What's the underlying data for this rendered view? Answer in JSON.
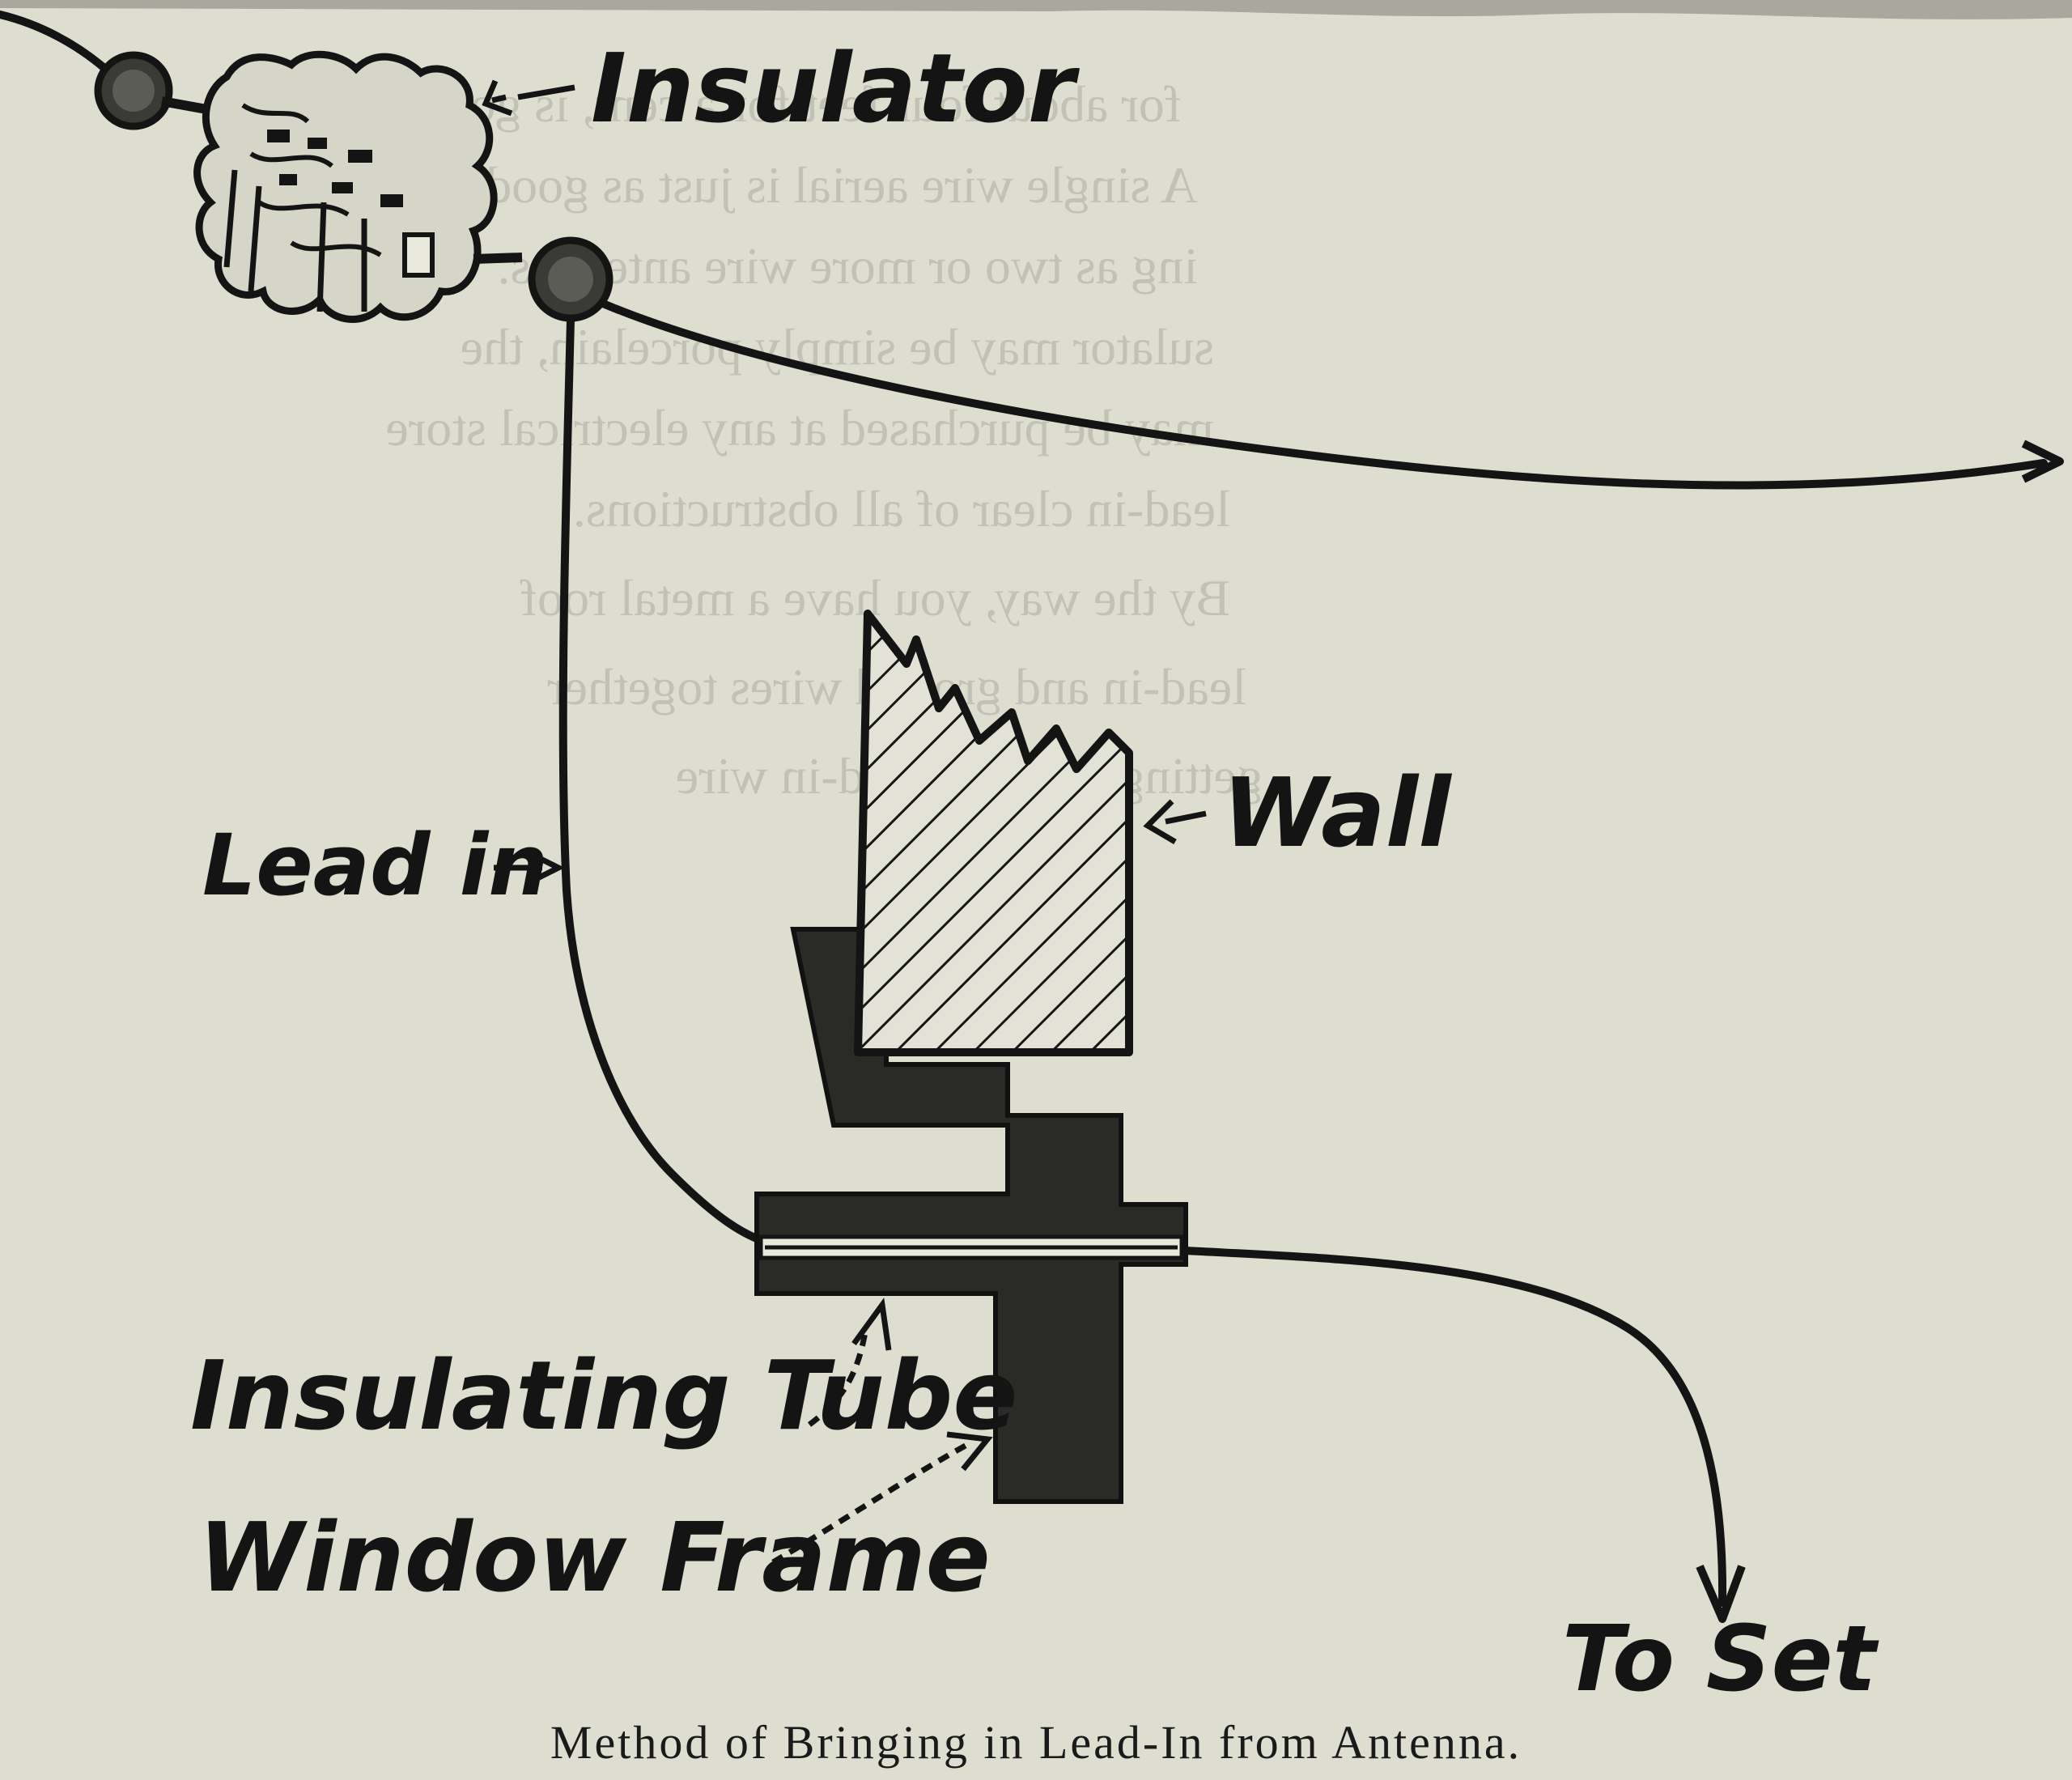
{
  "labels": {
    "insulator": "Insulator",
    "wall": "Wall",
    "lead_in": "Lead in",
    "insulating_tube": "Insulating Tube",
    "window_frame": "Window Frame",
    "to_set": "To Set"
  },
  "caption": "Method of Bringing in Lead-In from Antenna.",
  "show_through_text": [
    "for about four feet for a cent, is good enough",
    "A single wire aerial is just as good for recep-",
    "ing as two or more wire antennas.",
    "sulator may be simply porcelain, the",
    "may be purchased at any electrical store",
    "lead-in clear of all obstructions.",
    "By the way, you have a metal roof",
    "lead-in and ground wires together",
    "getting with the lead-in wire"
  ],
  "colors": {
    "paper": "#ddddd0",
    "ink": "#141414"
  }
}
